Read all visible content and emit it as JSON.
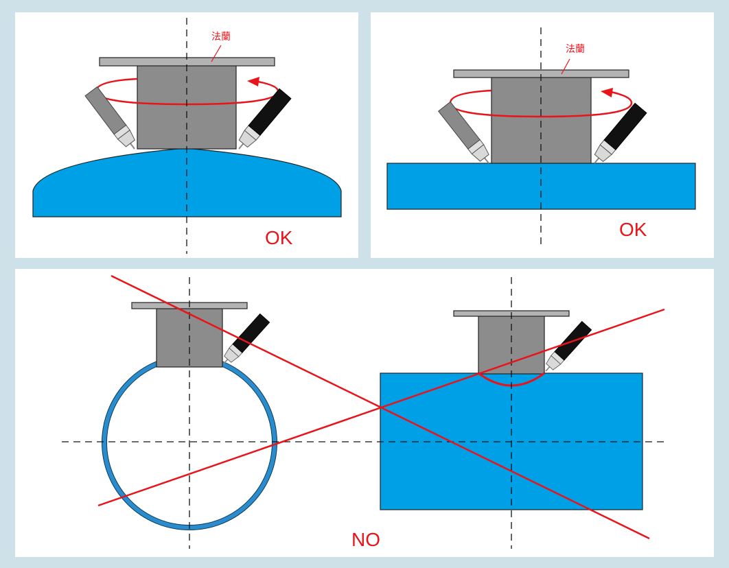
{
  "panels": {
    "top_left": {
      "flange_label": "法蘭",
      "result": "OK"
    },
    "top_right": {
      "flange_label": "法蘭",
      "result": "OK"
    },
    "bottom": {
      "result": "NO"
    }
  },
  "colors": {
    "frame": "#cfe1e8",
    "workpiece_blue": "#00a0e6",
    "steel_gray": "#8c8c8c",
    "flange_gray": "#b3b3b3",
    "red": "#e8141a",
    "torch_dark": "#111111",
    "torch_gray": "#8a8a8a"
  }
}
